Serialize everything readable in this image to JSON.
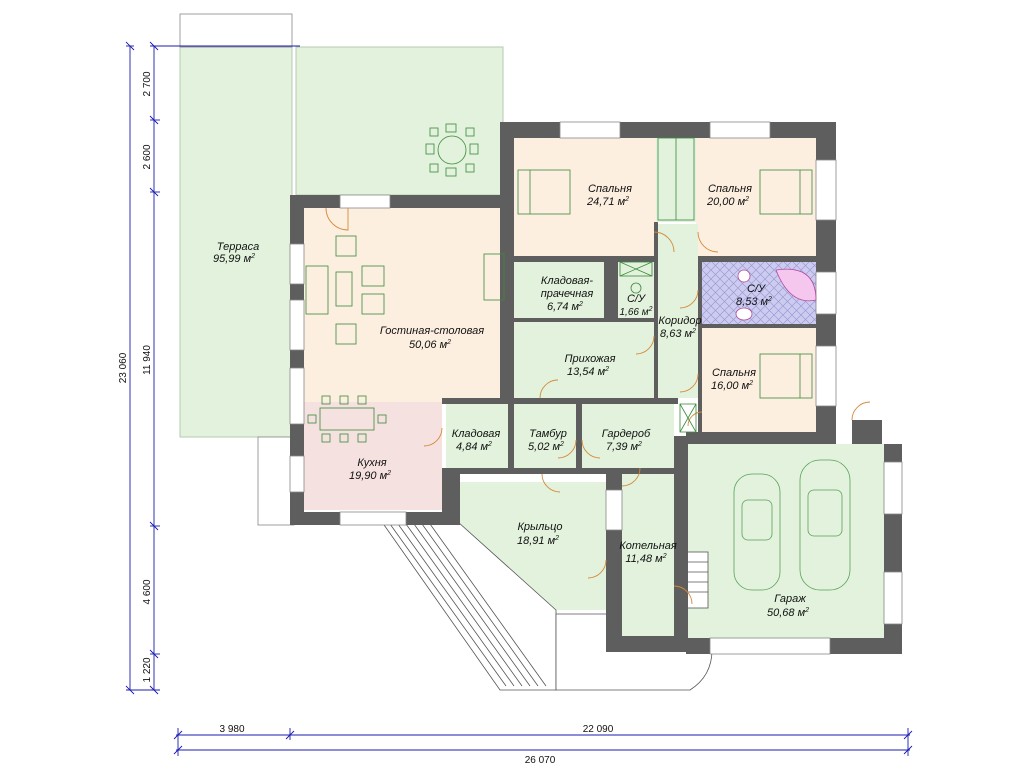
{
  "colors": {
    "wall": "#5e5e5e",
    "green_floor": "#e2f2dc",
    "peach_floor": "#fcefe0",
    "kitchen_floor": "#f6e1e1",
    "bath_tile": "#c9c8ef",
    "window": "#ffffff",
    "dim_line": "#1b1bb0",
    "furniture": "#3a8a3a"
  },
  "rooms": [
    {
      "id": "terrace",
      "name": "Терраса",
      "area": "95,99 м",
      "unit": "2"
    },
    {
      "id": "living",
      "name": "Гостиная-столовая",
      "area": "50,06 м",
      "unit": "2"
    },
    {
      "id": "kitchen",
      "name": "Кухня",
      "area": "19,90 м",
      "unit": "2"
    },
    {
      "id": "bedroom1",
      "name": "Спальня",
      "area": "24,71 м",
      "unit": "2"
    },
    {
      "id": "bedroom2",
      "name": "Спальня",
      "area": "20,00 м",
      "unit": "2"
    },
    {
      "id": "bedroom3",
      "name": "Спальня",
      "area": "16,00 м",
      "unit": "2"
    },
    {
      "id": "pantry_laundry",
      "name": "Кладовая-прачечная",
      "name_line1": "Кладовая-",
      "name_line2": "прачечная",
      "area": "6,74 м",
      "unit": "2"
    },
    {
      "id": "wc_small",
      "name": "С/У",
      "area": "1,66 м",
      "unit": "2"
    },
    {
      "id": "corridor",
      "name": "Коридор",
      "area": "8,63 м",
      "unit": "2"
    },
    {
      "id": "bathroom",
      "name": "С/У",
      "area": "8,53 м",
      "unit": "2"
    },
    {
      "id": "hall",
      "name": "Прихожая",
      "area": "13,54 м",
      "unit": "2"
    },
    {
      "id": "pantry",
      "name": "Кладовая",
      "area": "4,84 м",
      "unit": "2"
    },
    {
      "id": "vestibule",
      "name": "Тамбур",
      "area": "5,02 м",
      "unit": "2"
    },
    {
      "id": "wardrobe",
      "name": "Гардероб",
      "area": "7,39 м",
      "unit": "2"
    },
    {
      "id": "porch",
      "name": "Крыльцо",
      "area": "18,91 м",
      "unit": "2"
    },
    {
      "id": "boiler",
      "name": "Котельная",
      "area": "11,48 м",
      "unit": "2"
    },
    {
      "id": "garage",
      "name": "Гараж",
      "area": "50,68 м",
      "unit": "2"
    }
  ],
  "dimensions": {
    "left_outer": {
      "total": "23 060",
      "segments": [
        "2 700",
        "2 600",
        "11 940",
        "4 600",
        "1 220"
      ]
    },
    "bottom": {
      "segments": [
        "3 980",
        "22 090"
      ],
      "total": "26 070"
    }
  }
}
